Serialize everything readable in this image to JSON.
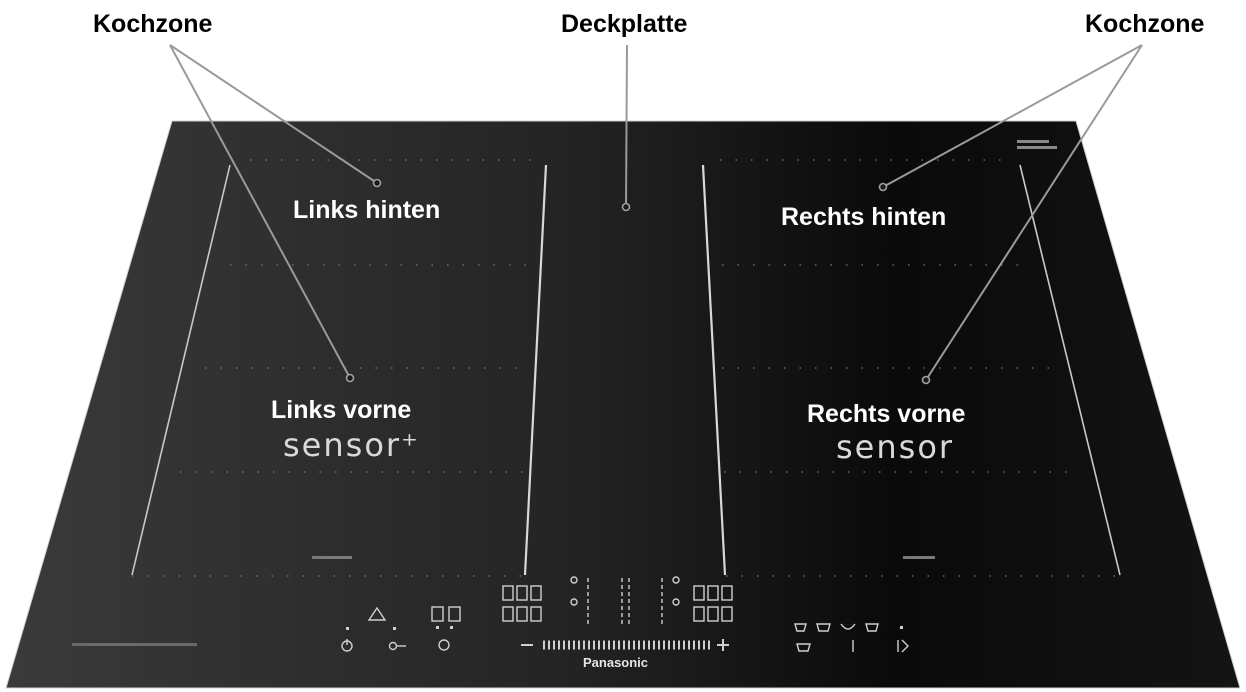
{
  "callouts": {
    "left": "Kochzone",
    "center": "Deckplatte",
    "right": "Kochzone"
  },
  "zones": {
    "left_back": "Links hinten",
    "left_front": "Links vorne",
    "left_front_sensor": "sensor⁺",
    "right_back": "Rechts hinten",
    "right_front": "Rechts vorne",
    "right_front_sensor": "sensor"
  },
  "brand": "Panasonic",
  "colors": {
    "glass_dark": "#0b0b0b",
    "glass_mid": "#2b2b2b",
    "leader_line": "#9a9a9a",
    "glass_edge": "#bcbcbc"
  }
}
